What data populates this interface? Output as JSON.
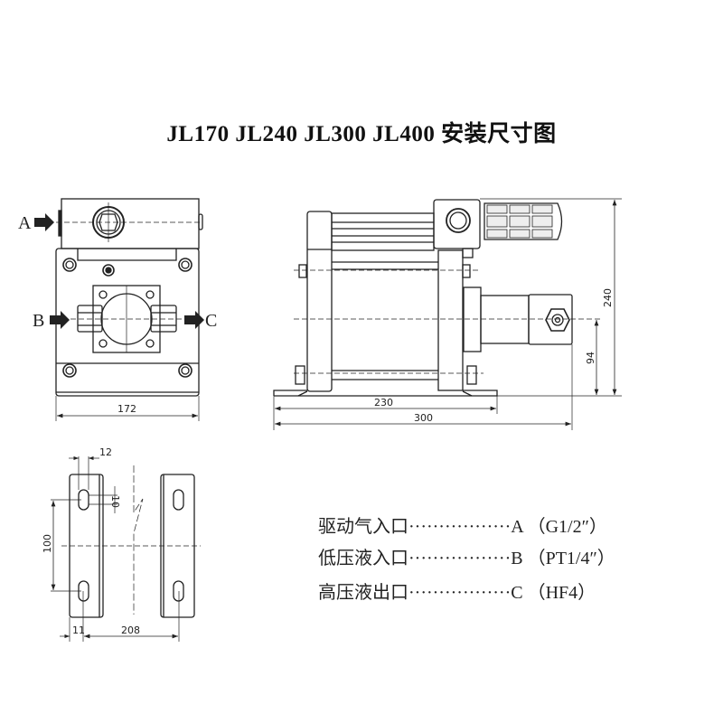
{
  "title": "JL170  JL240  JL300  JL400 安装尺寸图",
  "front_view": {
    "port_a": "A",
    "port_b": "B",
    "port_c": "C",
    "width_dim": "172"
  },
  "side_view": {
    "dim_230": "230",
    "dim_300": "300",
    "dim_240": "240",
    "dim_94": "94"
  },
  "bracket_view": {
    "dim_12": "12",
    "dim_10": "10",
    "dim_100": "100",
    "dim_11": "11",
    "dim_208": "208"
  },
  "legend": [
    {
      "name": "驱动气入口",
      "dots": "·················",
      "port": "A",
      "spec": "（G1/2″）"
    },
    {
      "name": "低压液入口",
      "dots": "·················",
      "port": "B",
      "spec": "（PT1/4″）"
    },
    {
      "name": "高压液出口",
      "dots": "·················",
      "port": "C",
      "spec": "（HF4）"
    }
  ]
}
